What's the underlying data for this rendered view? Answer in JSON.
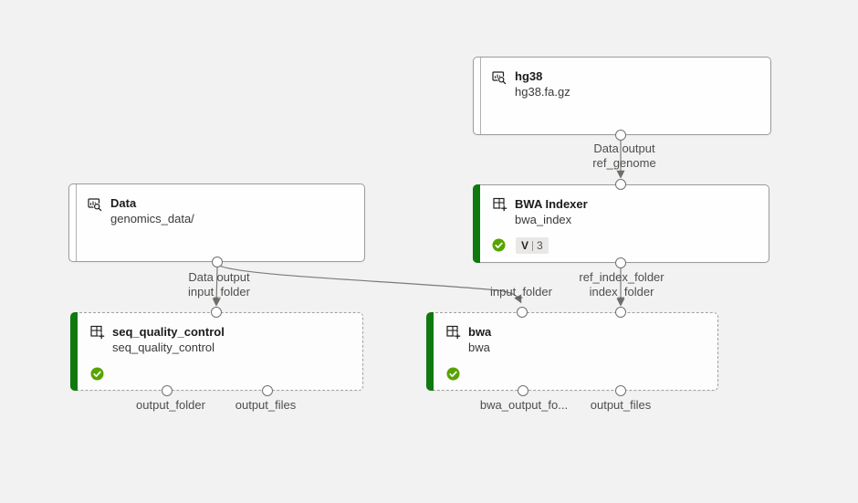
{
  "canvas": {
    "kind": "pipeline-graph"
  },
  "colors": {
    "canvas_bg": "#f2f2f2",
    "node_bg": "#fefefe",
    "node_border": "#9d9b99",
    "component_accent_green": "#0e7a0e",
    "status_success_green": "#57a300",
    "edge_gray": "#7c7a78",
    "label_gray": "#4f4e4c"
  },
  "nodes": [
    {
      "id": "hg38",
      "kind": "data",
      "icon": "data-icon",
      "title": "hg38",
      "subtitle": "hg38.fa.gz"
    },
    {
      "id": "data",
      "kind": "data",
      "icon": "data-icon",
      "title": "Data",
      "subtitle": "genomics_data/"
    },
    {
      "id": "bwa_indexer",
      "kind": "component",
      "icon": "component-icon",
      "title": "BWA Indexer",
      "subtitle": "bwa_index",
      "status": "succeeded",
      "version_label": "V",
      "version_value": "3"
    },
    {
      "id": "seq_quality_control",
      "kind": "component",
      "icon": "component-icon",
      "title": "seq_quality_control",
      "subtitle": "seq_quality_control",
      "status": "succeeded"
    },
    {
      "id": "bwa",
      "kind": "component",
      "icon": "component-icon",
      "title": "bwa",
      "subtitle": "bwa",
      "status": "succeeded"
    }
  ],
  "edges": [
    {
      "from": "hg38",
      "to": "bwa_indexer",
      "output_label": "Data output",
      "input_label": "ref_genome"
    },
    {
      "from": "data",
      "to": "seq_quality_control",
      "output_label": "Data output",
      "input_label": "input_folder"
    },
    {
      "from": "data",
      "to": "bwa",
      "input_label": "input_folder"
    },
    {
      "from": "bwa_indexer",
      "to": "bwa",
      "output_label": "ref_index_folder",
      "input_label": "index_folder"
    }
  ],
  "output_port_labels": [
    "output_folder",
    "output_files",
    "bwa_output_fo...",
    "output_files"
  ]
}
